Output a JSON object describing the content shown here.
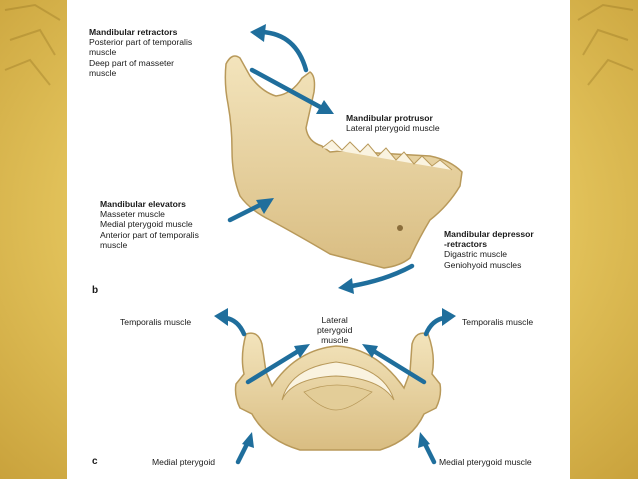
{
  "panel_b": {
    "letter": "b",
    "retractors": {
      "title": "Mandibular retractors",
      "lines": [
        "Posterior part of temporalis",
        "muscle",
        "Deep part of masseter",
        "muscle"
      ]
    },
    "protrusor": {
      "title": "Mandibular protrusor",
      "lines": [
        "Lateral pterygoid muscle"
      ]
    },
    "elevators": {
      "title": "Mandibular elevators",
      "lines": [
        "Masseter muscle",
        "Medial pterygoid muscle",
        "Anterior part of temporalis",
        "muscle"
      ]
    },
    "depressor": {
      "title_line1": "Mandibular depressor",
      "title_line2": "-retractors",
      "lines": [
        "Digastric muscle",
        "Geniohyoid muscles"
      ]
    }
  },
  "panel_c": {
    "letter": "c",
    "temporalis_left": "Temporalis muscle",
    "temporalis_right": "Temporalis muscle",
    "lateral_pterygoid": [
      "Lateral",
      "pterygoid",
      "muscle"
    ],
    "medial_left": "Medial pterygoid",
    "medial_right": "Medial pterygoid muscle"
  },
  "colors": {
    "bone": "#ecd9a8",
    "bone_shadow": "#c9aa6a",
    "arrow": "#1f6e9c",
    "frame": "#e2c25a"
  }
}
